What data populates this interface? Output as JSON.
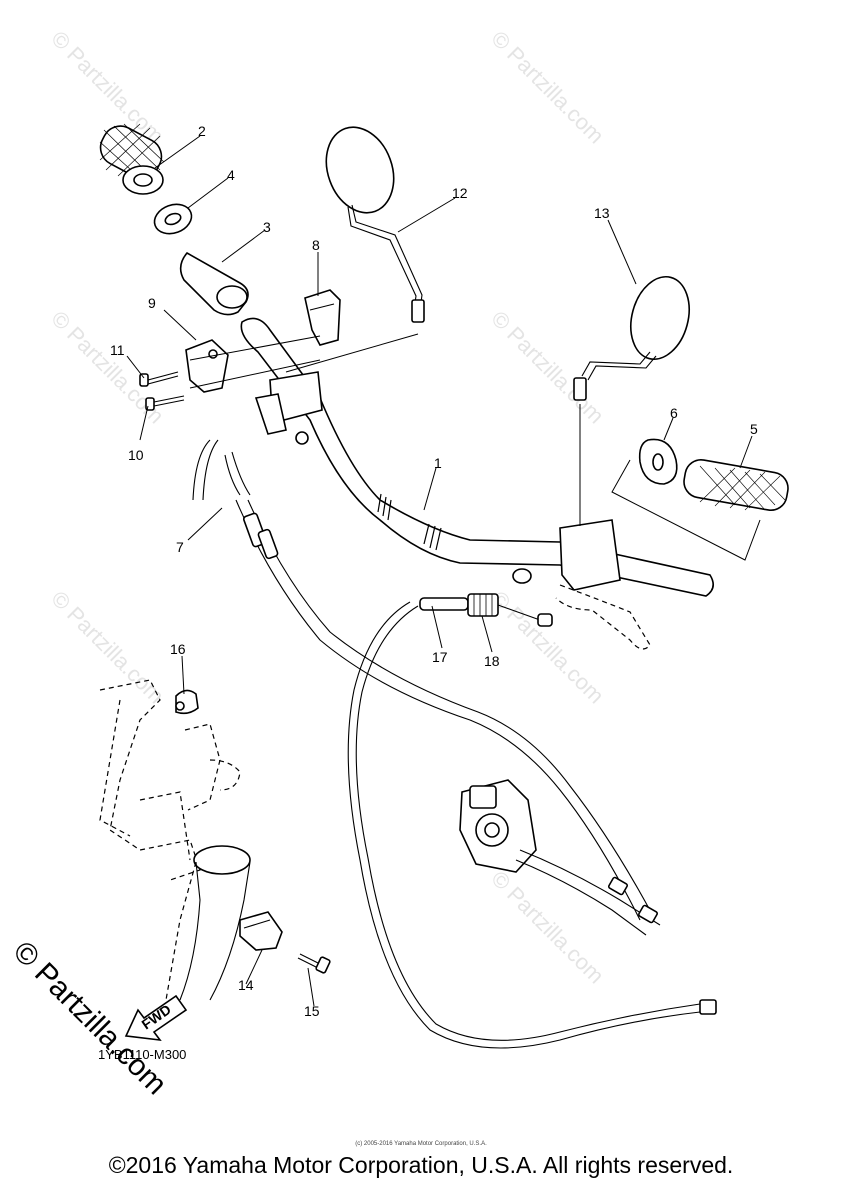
{
  "watermark": {
    "small_text": "© Partzilla.com",
    "large_text": "© Partzilla.com"
  },
  "diagram": {
    "callouts": [
      "1",
      "2",
      "3",
      "4",
      "5",
      "6",
      "7",
      "8",
      "9",
      "10",
      "11",
      "12",
      "13",
      "14",
      "15",
      "16",
      "17",
      "18"
    ],
    "fwd_label": "FWD",
    "reference_code": "1YB1110-M300"
  },
  "footer": {
    "tiny_copyright": "(c) 2005-2016 Yamaha Motor Corporation, U.S.A.",
    "copyright": "©2016 Yamaha Motor Corporation, U.S.A. All rights reserved."
  },
  "colors": {
    "ink": "#000000",
    "watermark": "#e4e4e4",
    "background": "#ffffff"
  }
}
